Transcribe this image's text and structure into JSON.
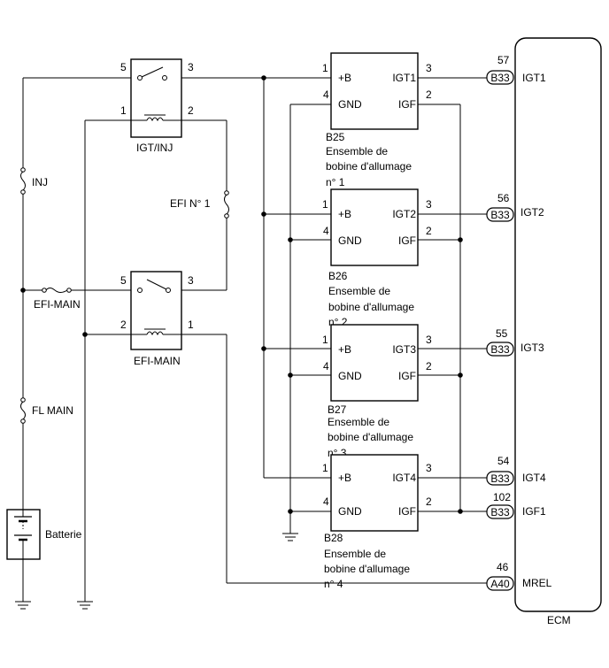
{
  "relays": [
    {
      "label": "IGT/INJ",
      "pin_switch_in": "5",
      "pin_switch_out": "3",
      "pin_coil_a": "1",
      "pin_coil_b": "2"
    },
    {
      "label": "EFI-MAIN",
      "pin_switch_in": "5",
      "pin_switch_out": "3",
      "pin_coil_a": "2",
      "pin_coil_b": "1"
    }
  ],
  "fuses": [
    {
      "label": "INJ"
    },
    {
      "label": "EFI N° 1"
    },
    {
      "label": "EFI-MAIN"
    },
    {
      "label": "FL MAIN"
    }
  ],
  "battery": {
    "label": "Batterie"
  },
  "coils": [
    {
      "code": "B25",
      "name": "Ensemble de bobine d'allumage n° 1",
      "name_line1": "Ensemble de",
      "name_line2": "bobine d'allumage",
      "name_line3": "n° 1",
      "pin_b": "1",
      "pin_gnd": "4",
      "pin_igt": "3",
      "pin_igf": "2",
      "label_b": "+B",
      "label_gnd": "GND",
      "label_igt": "IGT1",
      "label_igf": "IGF"
    },
    {
      "code": "B26",
      "name": "Ensemble de bobine d'allumage n° 2",
      "name_line1": "Ensemble de",
      "name_line2": "bobine d'allumage",
      "name_line3": "n° 2",
      "pin_b": "1",
      "pin_gnd": "4",
      "pin_igt": "3",
      "pin_igf": "2",
      "label_b": "+B",
      "label_gnd": "GND",
      "label_igt": "IGT2",
      "label_igf": "IGF"
    },
    {
      "code": "B27",
      "name": "Ensemble de bobine d'allumage n° 3",
      "name_line1": "Ensemble de",
      "name_line2": "bobine d'allumage",
      "name_line3": "n° 3",
      "pin_b": "1",
      "pin_gnd": "4",
      "pin_igt": "3",
      "pin_igf": "2",
      "label_b": "+B",
      "label_gnd": "GND",
      "label_igt": "IGT3",
      "label_igf": "IGF"
    },
    {
      "code": "B28",
      "name": "Ensemble de bobine d'allumage n° 4",
      "name_line1": "Ensemble de",
      "name_line2": "bobine d'allumage",
      "name_line3": "n° 4",
      "pin_b": "1",
      "pin_gnd": "4",
      "pin_igt": "3",
      "pin_igf": "2",
      "label_b": "+B",
      "label_gnd": "GND",
      "label_igt": "IGT4",
      "label_igf": "IGF"
    }
  ],
  "ecm": {
    "label": "ECM",
    "pins": [
      {
        "connector": "B33",
        "pin": "57",
        "signal": "IGT1"
      },
      {
        "connector": "B33",
        "pin": "56",
        "signal": "IGT2"
      },
      {
        "connector": "B33",
        "pin": "55",
        "signal": "IGT3"
      },
      {
        "connector": "B33",
        "pin": "54",
        "signal": "IGT4"
      },
      {
        "connector": "B33",
        "pin": "102",
        "signal": "IGF1"
      },
      {
        "connector": "A40",
        "pin": "46",
        "signal": "MREL"
      }
    ]
  }
}
